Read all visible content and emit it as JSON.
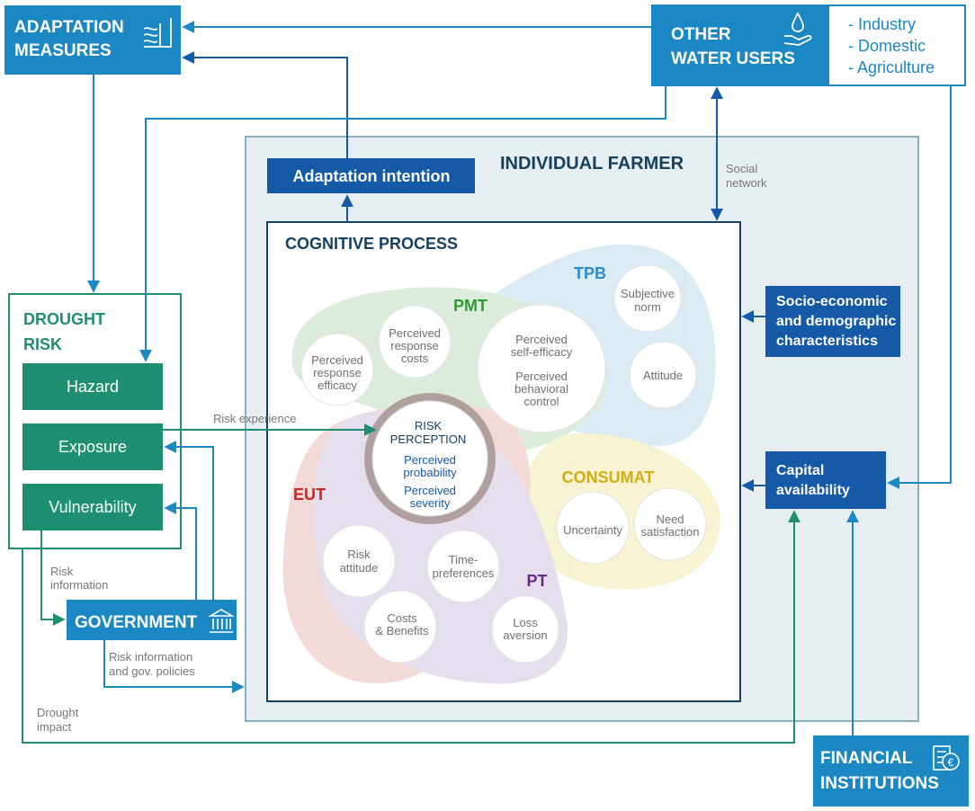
{
  "adaptation_measures": {
    "line1": "ADAPTATION",
    "line2": "MEASURES",
    "icon": "flood-barrier-icon"
  },
  "other_water_users": {
    "line1": "OTHER",
    "line2": "WATER USERS",
    "icon": "water-hand-icon",
    "items": [
      "- Industry",
      "- Domestic",
      "- Agriculture"
    ]
  },
  "individual_farmer": {
    "title": "INDIVIDUAL FARMER"
  },
  "adaptation_intention": {
    "label": "Adaptation intention"
  },
  "social_network": {
    "line1": "Social",
    "line2": "network"
  },
  "cognitive_process": {
    "title": "COGNITIVE PROCESS"
  },
  "drought_risk": {
    "line1": "DROUGHT",
    "line2": "RISK",
    "hazard": "Hazard",
    "exposure": "Exposure",
    "vulnerability": "Vulnerability"
  },
  "socio_economic": {
    "line1": "Socio-economic",
    "line2": "and demographic",
    "line3": "characteristics"
  },
  "capital": {
    "line1": "Capital",
    "line2": "availability"
  },
  "government": {
    "label": "GOVERNMENT",
    "icon": "government-building-icon"
  },
  "financial": {
    "line1": "FINANCIAL",
    "line2": "INSTITUTIONS",
    "icon": "euro-bank-icon"
  },
  "flow_labels": {
    "risk_experience": "Risk experience",
    "risk_information": [
      "Risk",
      "information"
    ],
    "risk_info_policies": [
      "Risk information",
      "and gov. policies"
    ],
    "drought_impact": [
      "Drought",
      "impact"
    ]
  },
  "theories": {
    "tpb": "TPB",
    "pmt": "PMT",
    "consumat": "CONSUMAT",
    "eut": "EUT",
    "pt": "PT"
  },
  "factors": {
    "subjective_norm": [
      "Subjective",
      "norm"
    ],
    "attitude": [
      "Attitude"
    ],
    "perceived_response_costs": [
      "Perceived",
      "response",
      "costs"
    ],
    "perceived_response_efficacy": [
      "Perceived",
      "response",
      "efficacy"
    ],
    "perceived_self_efficacy": [
      "Perceived",
      "self-efficacy"
    ],
    "perceived_behavioral_control": [
      "Perceived",
      "behavioral",
      "control"
    ],
    "uncertainty": [
      "Uncertainty"
    ],
    "need_satisfaction": [
      "Need",
      "satisfaction"
    ],
    "risk_attitude": [
      "Risk",
      "attitude"
    ],
    "time_preferences": [
      "Time-",
      "preferences"
    ],
    "costs_benefits": [
      "Costs",
      "& Benefits"
    ],
    "loss_aversion": [
      "Loss",
      "aversion"
    ]
  },
  "risk_perception": {
    "title": [
      "RISK",
      "PERCEPTION"
    ],
    "probability": [
      "Perceived",
      "probability"
    ],
    "severity": [
      "Perceived",
      "severity"
    ]
  },
  "colors": {
    "blue": "#1b87c3",
    "dark_blue": "#155aa6",
    "teal": "#1f8f72",
    "teal_dark": "#1a7d63",
    "panel": "#e6eef1",
    "panel_border": "#8ab0bd",
    "navy": "#16405e",
    "tpb": "#cfe5f0",
    "pmt": "#cfe6d2",
    "consumat": "#f4efc4",
    "eut": "#efcdcb",
    "pt": "#ddd3e6",
    "rp": "#a89896",
    "pmt_text": "#2f9a2f",
    "tpb_text": "#2b8ec9",
    "consumat_text": "#d4ad10",
    "eut_text": "#c8261f",
    "pt_text": "#6a2a8c"
  }
}
